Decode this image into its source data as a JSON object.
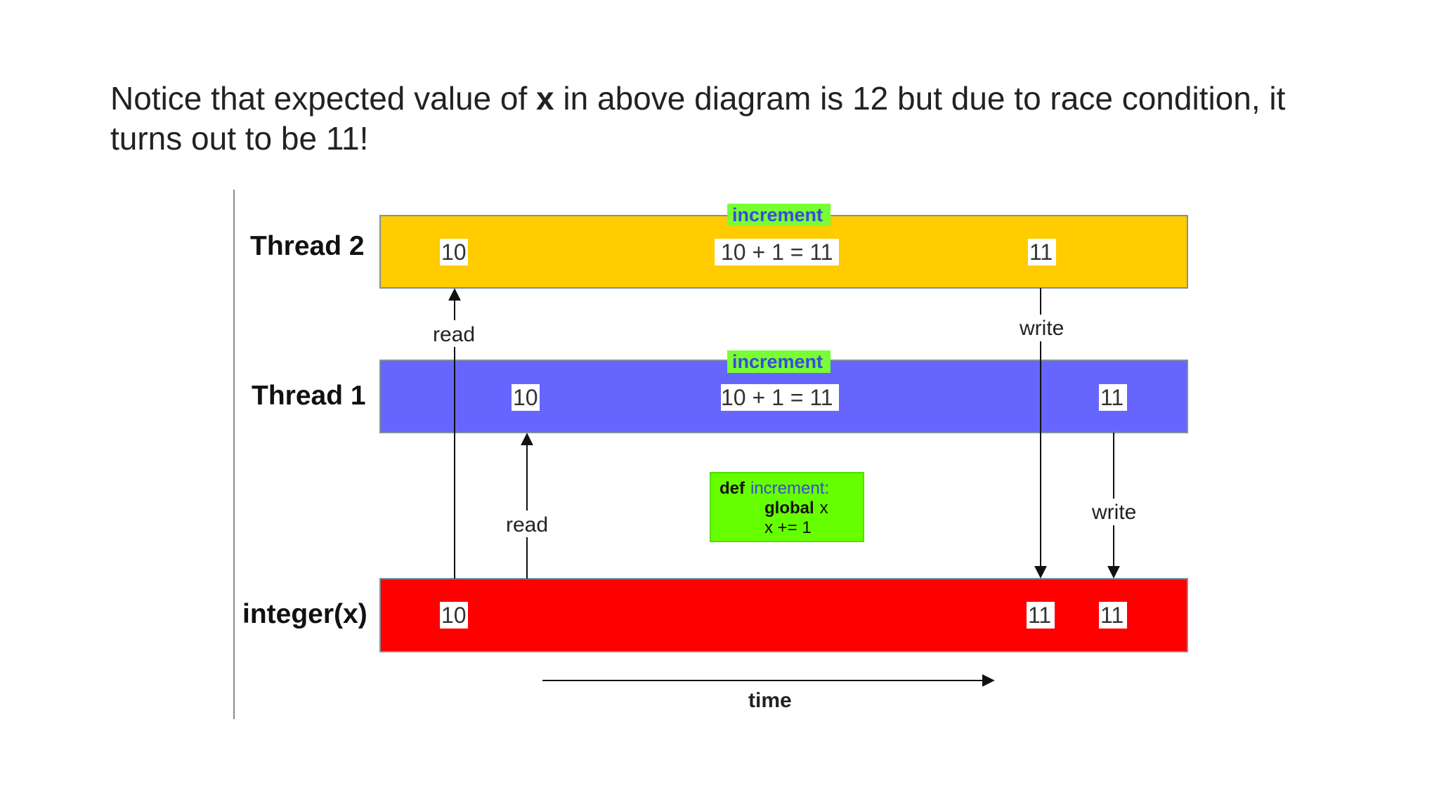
{
  "caption": {
    "before": "Notice that expected value of ",
    "variable": "x",
    "after": " in above diagram is 12 but due to race condition, it turns out to be 11!"
  },
  "colors": {
    "thread2": "#FFCC00",
    "thread1": "#6666FF",
    "integer": "#FF0000",
    "increment_tag": "#77FF33",
    "code_box": "#66FF00"
  },
  "rows": {
    "thread2": {
      "label": "Thread 2",
      "value_start": "10",
      "increment_tag": "increment",
      "expression": "10 + 1 = 11",
      "value_end": "11"
    },
    "thread1": {
      "label": "Thread 1",
      "value_start": "10",
      "increment_tag": "increment",
      "expression": "10 + 1 = 11",
      "value_end": "11"
    },
    "integer": {
      "label": "integer(x)",
      "value_start": "10",
      "value_mid": "11",
      "value_end": "11"
    }
  },
  "arrows": {
    "t2_read": "read",
    "t2_write": "write",
    "t1_read": "read",
    "t1_write": "write"
  },
  "code": {
    "keyword_def": "def",
    "function_name": "increment:",
    "keyword_global": "global",
    "global_var": "x",
    "statement": "x += 1"
  },
  "time_label": "time"
}
